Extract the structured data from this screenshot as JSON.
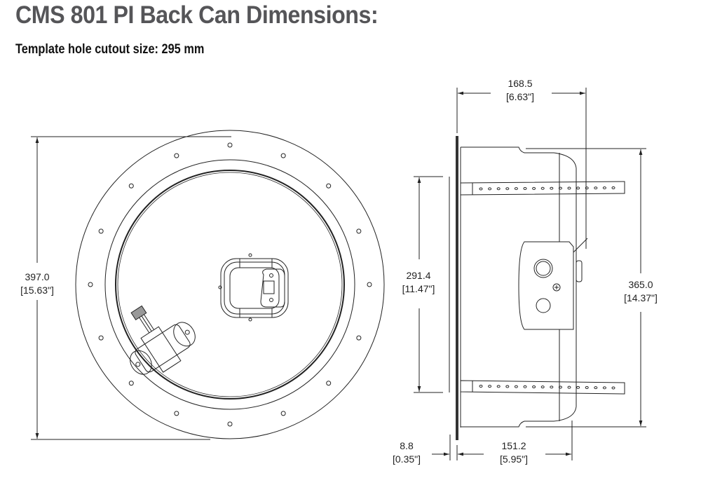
{
  "header": {
    "title": "CMS 801 PI Back Can Dimensions:",
    "subtitle": "Template hole cutout size: 295 mm"
  },
  "front_view": {
    "height_dimension": {
      "value_mm": "397.0",
      "value_in": "[15.63\"]"
    }
  },
  "side_view": {
    "overall_depth": {
      "value_mm": "168.5",
      "value_in": "[6.63\"]"
    },
    "bracket_span": {
      "value_mm": "291.4",
      "value_in": "[11.47\"]"
    },
    "can_height": {
      "value_mm": "365.0",
      "value_in": "[14.37\"]"
    },
    "flange_thickness": {
      "value_mm": "8.8",
      "value_in": "[0.35\"]"
    },
    "can_depth": {
      "value_mm": "151.2",
      "value_in": "[5.95\"]"
    }
  },
  "colors": {
    "title": "#555558",
    "line": "#222222"
  }
}
